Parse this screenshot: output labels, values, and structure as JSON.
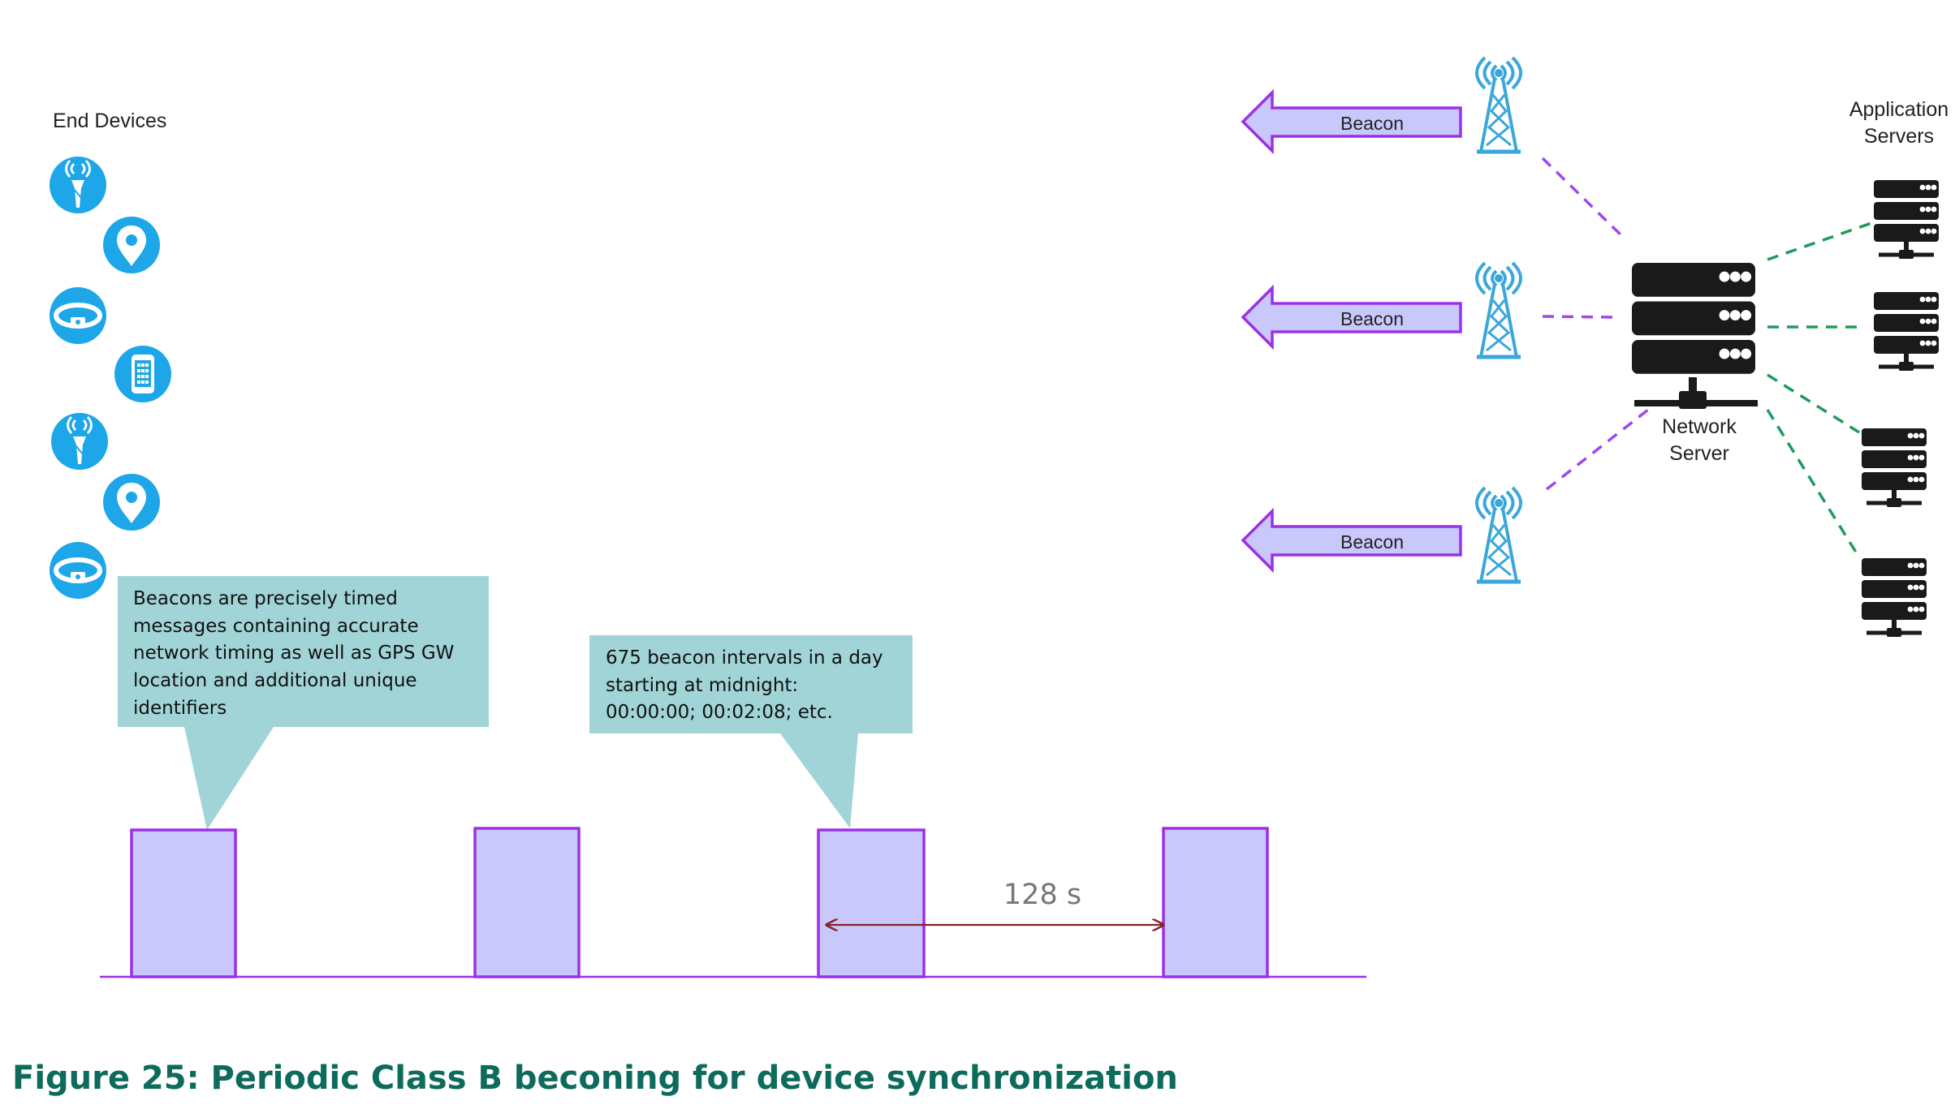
{
  "end_devices_label": "End Devices",
  "application_servers_label": [
    "Application",
    "Servers"
  ],
  "network_server_label": [
    "Network",
    "Server"
  ],
  "beacon_label": "Beacon",
  "callout_left": [
    "Beacons are precisely timed",
    "messages containing accurate",
    "network timing as well as GPS GW",
    "location and additional unique",
    "identifiers"
  ],
  "callout_right": [
    "675 beacon intervals in a day",
    "starting at midnight:",
    "00:00:00; 00:02:08; etc."
  ],
  "interval_label": "128 s",
  "caption": "Figure 25: Periodic Class B beconing for device synchronization",
  "device_icons": [
    "tower-device-icon",
    "location-pin-icon",
    "wristband-icon",
    "phone-icon",
    "tower-device-icon",
    "location-pin-icon",
    "wristband-icon"
  ],
  "colors": {
    "device_circle": "#1ea7e8",
    "beacon_fill": "#c9c8fb",
    "beacon_stroke": "#9b30e6",
    "callout_fill": "#a1d4d7",
    "gateway_icon": "#3aa7d9",
    "server": "#1a1a1a",
    "purple_link": "#a047f0",
    "green_link": "#1e9a5c",
    "interval_arrow": "#8a1f2a",
    "caption": "#0d6b5c"
  }
}
